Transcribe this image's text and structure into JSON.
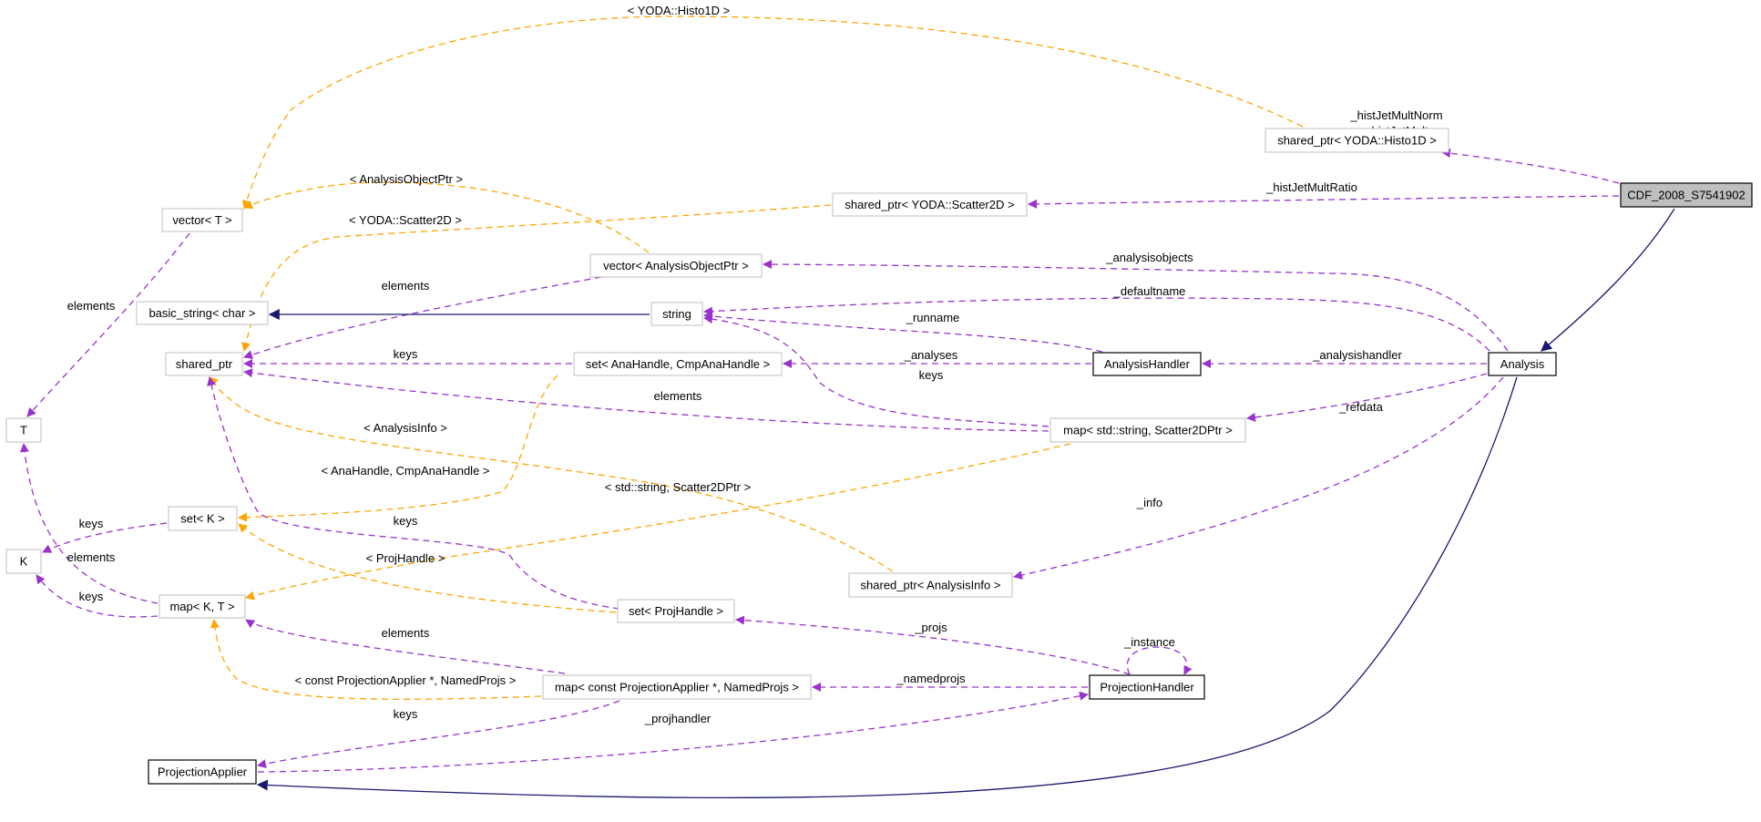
{
  "colors": {
    "usage": "#9a32cd",
    "template": "#ffa500",
    "inherit": "#191970",
    "focus_fill": "#bfbfbf",
    "node_border": "#bfbfbf",
    "main_border": "#000000"
  },
  "nodes": [
    {
      "id": "cdf",
      "label": "CDF_2008_S7541902",
      "style": "focus"
    },
    {
      "id": "analysis",
      "label": "Analysis",
      "style": "main"
    },
    {
      "id": "histo1d",
      "label": "shared_ptr< YODA::Histo1D >",
      "style": "normal"
    },
    {
      "id": "scatter2d",
      "label": "shared_ptr< YODA::Scatter2D >",
      "style": "normal"
    },
    {
      "id": "vectorT",
      "label": "vector< T >",
      "style": "normal"
    },
    {
      "id": "vectorAOP",
      "label": "vector< AnalysisObjectPtr >",
      "style": "normal"
    },
    {
      "id": "basicstring",
      "label": "basic_string< char >",
      "style": "normal"
    },
    {
      "id": "string",
      "label": "string",
      "style": "normal"
    },
    {
      "id": "sharedptr",
      "label": "shared_ptr",
      "style": "normal"
    },
    {
      "id": "setAna",
      "label": "set< AnaHandle, CmpAnaHandle >",
      "style": "normal"
    },
    {
      "id": "analysishandler",
      "label": "AnalysisHandler",
      "style": "main"
    },
    {
      "id": "T",
      "label": "T",
      "style": "normal"
    },
    {
      "id": "mapScatter",
      "label": "map< std::string, Scatter2DPtr >",
      "style": "normal"
    },
    {
      "id": "setK",
      "label": "set< K >",
      "style": "normal"
    },
    {
      "id": "K",
      "label": "K",
      "style": "normal"
    },
    {
      "id": "sharedInfo",
      "label": "shared_ptr< AnalysisInfo >",
      "style": "normal"
    },
    {
      "id": "mapKT",
      "label": "map< K, T >",
      "style": "normal"
    },
    {
      "id": "setProj",
      "label": "set< ProjHandle >",
      "style": "normal"
    },
    {
      "id": "mapProj",
      "label": "map< const ProjectionApplier *, NamedProjs >",
      "style": "normal"
    },
    {
      "id": "projhandler",
      "label": "ProjectionHandler",
      "style": "main"
    },
    {
      "id": "projapplier",
      "label": "ProjectionApplier",
      "style": "main"
    }
  ],
  "edges": [
    {
      "id": "e-cdf-histo",
      "kind": "usage",
      "label": "_histJetMultNorm\n_histJetMult\n_histJetEt"
    },
    {
      "id": "e-cdf-scatter",
      "kind": "usage",
      "label": "_histJetMultRatio"
    },
    {
      "id": "e-cdf-analysis",
      "kind": "inherit",
      "label": ""
    },
    {
      "id": "e-histo-vector",
      "kind": "template",
      "label": "< YODA::Histo1D >"
    },
    {
      "id": "e-vaop-vector",
      "kind": "template",
      "label": "< AnalysisObjectPtr >"
    },
    {
      "id": "e-scatter-shared",
      "kind": "template",
      "label": "< YODA::Scatter2D >"
    },
    {
      "id": "e-vector-T",
      "kind": "usage",
      "label": "elements"
    },
    {
      "id": "e-vaop-shared",
      "kind": "usage",
      "label": "elements"
    },
    {
      "id": "e-analysis-vaop",
      "kind": "usage",
      "label": "_analysisobjects"
    },
    {
      "id": "e-analysis-string",
      "kind": "usage",
      "label": "_defaultname"
    },
    {
      "id": "e-string-basic",
      "kind": "inherit",
      "label": ""
    },
    {
      "id": "e-ah-string",
      "kind": "usage",
      "label": "_runname"
    },
    {
      "id": "e-ah-setana",
      "kind": "usage",
      "label": "_analyses"
    },
    {
      "id": "e-setana-shared",
      "kind": "usage",
      "label": "keys"
    },
    {
      "id": "e-analysis-ah",
      "kind": "usage",
      "label": "_analysishandler"
    },
    {
      "id": "e-mapscatter-string",
      "kind": "usage",
      "label": "keys"
    },
    {
      "id": "e-analysis-mapscatter",
      "kind": "usage",
      "label": "_refdata"
    },
    {
      "id": "e-mapscatter-shared",
      "kind": "usage",
      "label": "elements"
    },
    {
      "id": "e-info-shared",
      "kind": "template",
      "label": "< AnalysisInfo >"
    },
    {
      "id": "e-setana-setK",
      "kind": "template",
      "label": "< AnaHandle, CmpAnaHandle >"
    },
    {
      "id": "e-mapscatter-mapKT",
      "kind": "template",
      "label": "< std::string, Scatter2DPtr >"
    },
    {
      "id": "e-analysis-info",
      "kind": "usage",
      "label": "_info"
    },
    {
      "id": "e-setK-K",
      "kind": "usage",
      "label": "keys"
    },
    {
      "id": "e-setproj-shared",
      "kind": "usage",
      "label": "keys"
    },
    {
      "id": "e-setproj-setK",
      "kind": "template",
      "label": "< ProjHandle >"
    },
    {
      "id": "e-mapKT-T",
      "kind": "usage",
      "label": "elements"
    },
    {
      "id": "e-mapKT-K",
      "kind": "usage",
      "label": "keys"
    },
    {
      "id": "e-ph-setproj",
      "kind": "usage",
      "label": "_projs"
    },
    {
      "id": "e-ph-self",
      "kind": "usage",
      "label": "_instance"
    },
    {
      "id": "e-mapproj-mapKT-el",
      "kind": "usage",
      "label": "elements"
    },
    {
      "id": "e-mapproj-mapKT-tpl",
      "kind": "template",
      "label": "< const ProjectionApplier *, NamedProjs >"
    },
    {
      "id": "e-ph-mapproj",
      "kind": "usage",
      "label": "_namedprojs"
    },
    {
      "id": "e-mapproj-pa",
      "kind": "usage",
      "label": "keys"
    },
    {
      "id": "e-pa-ph",
      "kind": "usage",
      "label": "_projhandler"
    },
    {
      "id": "e-analysis-pa",
      "kind": "inherit",
      "label": ""
    }
  ]
}
